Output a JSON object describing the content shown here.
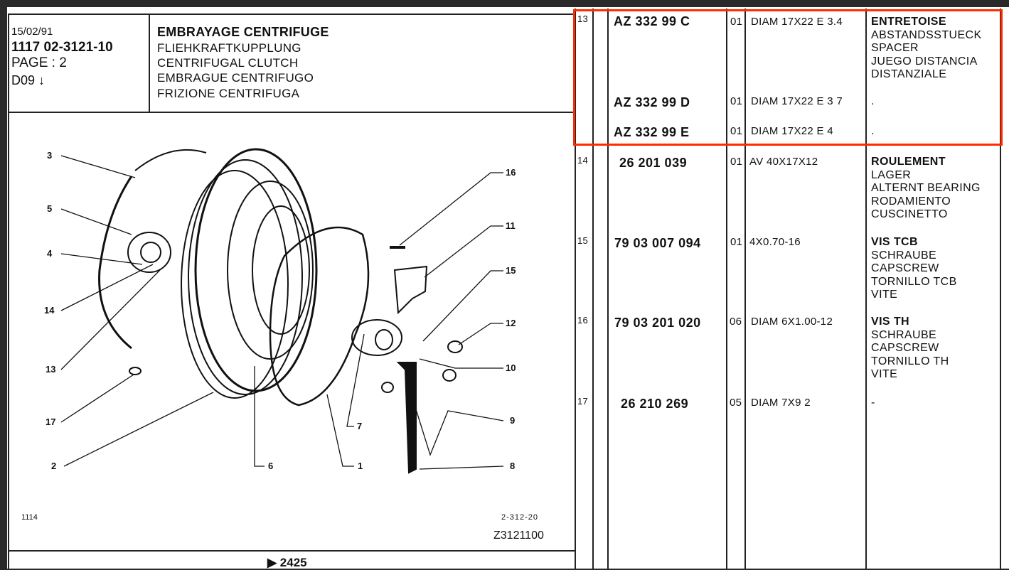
{
  "header": {
    "date": "15/02/91",
    "reference": "1117  02-3121-10",
    "page": "PAGE : 2",
    "section": "D09 ↓",
    "title_fr": "EMBRAYAGE CENTRIFUGE",
    "title_de": "FLIEHKRAFTKUPPLUNG",
    "title_en": "CENTRIFUGAL CLUTCH",
    "title_es": "EMBRAGUE CENTRIFUGO",
    "title_it": "FRIZIONE CENTRIFUGA"
  },
  "diagram": {
    "callouts": [
      "3",
      "5",
      "4",
      "14",
      "13",
      "17",
      "2",
      "16",
      "11",
      "15",
      "12",
      "10",
      "9",
      "8",
      "7",
      "6",
      "1"
    ],
    "code_left": "1114",
    "code_right": "2-312-20",
    "drawing_number": "Z3121100"
  },
  "footer": {
    "next_page": "▶  2425"
  },
  "highlight_color": "#ff2a00",
  "parts": [
    {
      "item": "13",
      "entries": [
        {
          "part": "AZ 332 99 C",
          "qty": "01",
          "spec": "DIAM  17X22 E 3.4",
          "names": [
            "ENTRETOISE",
            "ABSTANDSSTUECK",
            "SPACER",
            "JUEGO DISTANCIA",
            "DISTANZIALE"
          ]
        },
        {
          "part": "AZ 332 99 D",
          "qty": "01",
          "spec": "DIAM  17X22 E 3 7",
          "names": [
            "."
          ]
        },
        {
          "part": "AZ 332 99 E",
          "qty": "01",
          "spec": "DIAM  17X22 E 4",
          "names": [
            "."
          ]
        }
      ]
    },
    {
      "item": "14",
      "entries": [
        {
          "part": "26 201 039",
          "qty": "01",
          "spec": "AV 40X17X12",
          "names": [
            "ROULEMENT",
            "LAGER",
            "ALTERNT BEARING",
            "RODAMIENTO",
            "CUSCINETTO"
          ]
        }
      ]
    },
    {
      "item": "15",
      "entries": [
        {
          "part": "79 03 007 094",
          "qty": "01",
          "spec": "4X0.70-16",
          "names": [
            "VIS TCB",
            "SCHRAUBE",
            "CAPSCREW",
            "TORNILLO TCB",
            "VITE"
          ]
        }
      ]
    },
    {
      "item": "16",
      "entries": [
        {
          "part": "79 03 201 020",
          "qty": "06",
          "spec": "DIAM 6X1.00-12",
          "names": [
            "VIS TH",
            "SCHRAUBE",
            "CAPSCREW",
            "TORNILLO TH",
            "VITE"
          ]
        }
      ]
    },
    {
      "item": "17",
      "entries": [
        {
          "part": "26 210 269",
          "qty": "05",
          "spec": "DIAM 7X9 2",
          "names": [
            "-"
          ]
        }
      ]
    }
  ]
}
